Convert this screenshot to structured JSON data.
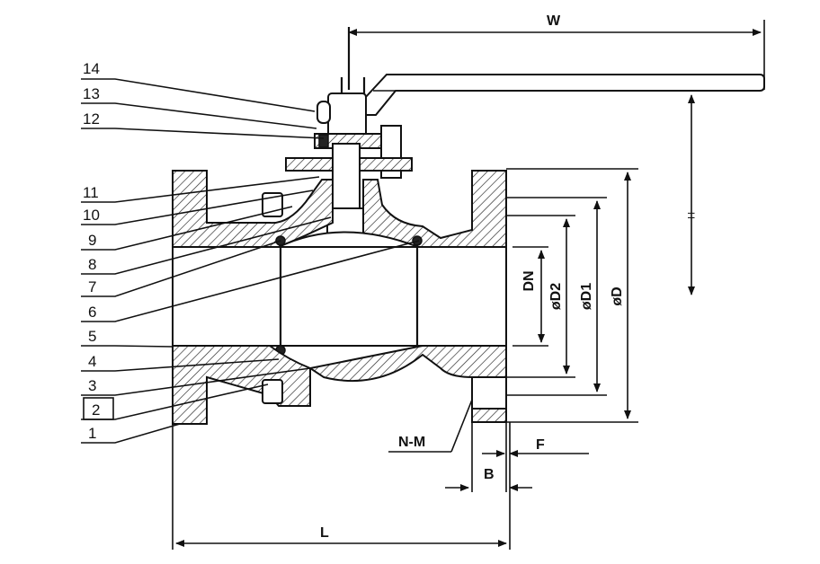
{
  "diagram": {
    "part_numbers": [
      "1",
      "2",
      "3",
      "4",
      "5",
      "6",
      "7",
      "8",
      "9",
      "10",
      "11",
      "12",
      "13",
      "14"
    ],
    "dimensions": {
      "W": "W",
      "H": "H",
      "L": "L",
      "B": "B",
      "F": "F",
      "NM": "N-M",
      "DN": "DN",
      "D2": "øD2",
      "D1": "øD1",
      "D": "øD"
    }
  }
}
